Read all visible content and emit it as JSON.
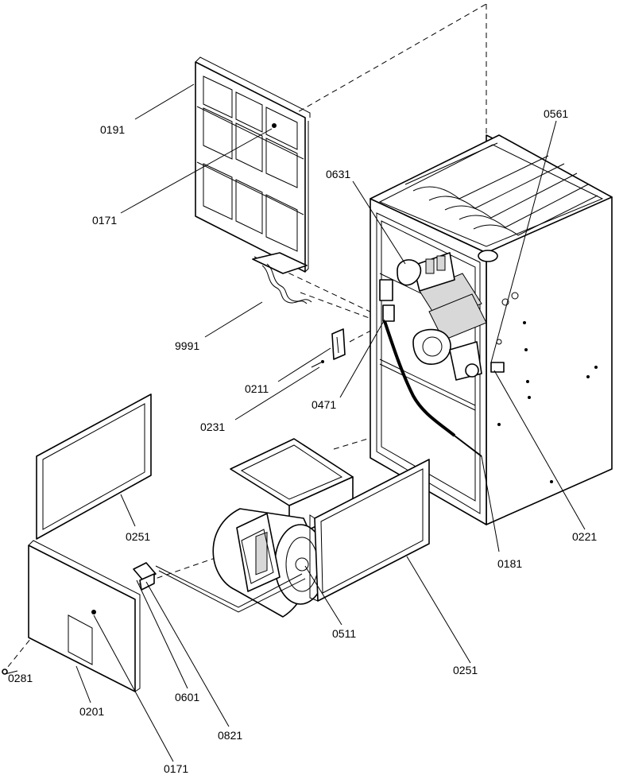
{
  "labels": {
    "p0191": "0191",
    "p0171_top": "0171",
    "p9991": "9991",
    "p0211": "0211",
    "p0231": "0231",
    "p0471": "0471",
    "p0631": "0631",
    "p0561": "0561",
    "p0221": "0221",
    "p0181": "0181",
    "p0251_left": "0251",
    "p0251_right": "0251",
    "p0511": "0511",
    "p0281": "0281",
    "p0201": "0201",
    "p0601": "0601",
    "p0821": "0821",
    "p0171_bottom": "0171"
  }
}
